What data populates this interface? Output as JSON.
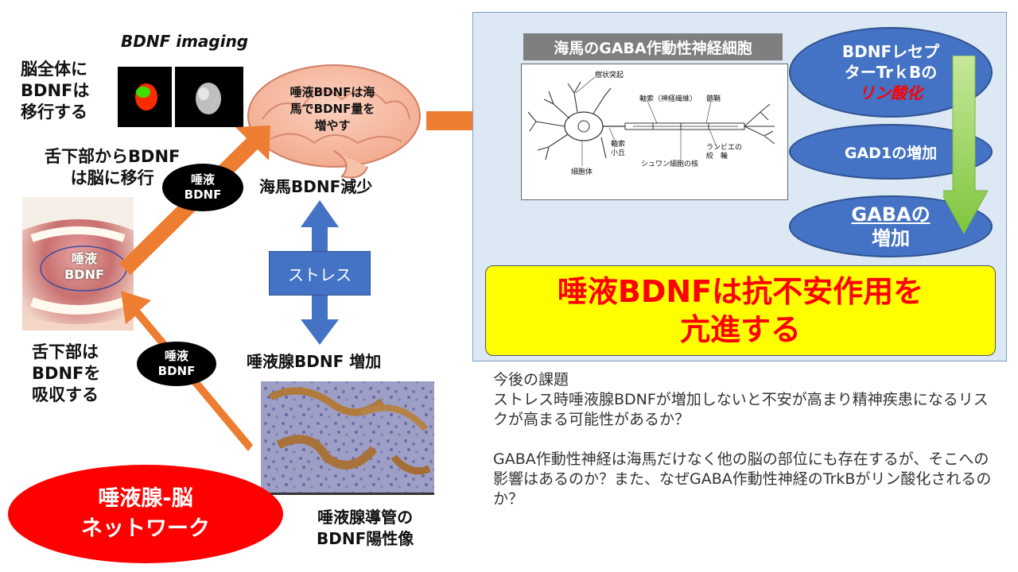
{
  "labels": {
    "bdnf_imaging": "BDNF imaging",
    "brain_whole_line1": "脳全体に",
    "brain_whole_line2": "BDNFは",
    "brain_whole_line3": "移行する",
    "sublingual_migrate_line1": "舌下部からBDNF",
    "sublingual_migrate_line2": "は脳に移行",
    "sublingual_absorb_line1": "舌下部は",
    "sublingual_absorb_line2": "BDNFを",
    "sublingual_absorb_line3": "吸収する",
    "brain_text_line1": "唾液BDNFは海",
    "brain_text_line2": "馬でBDNF量を",
    "brain_text_line3": "増やす",
    "hippocampus_decrease": "海馬BDNF減少",
    "stress": "ストレス",
    "salivary_increase": "唾液腺BDNF 増加",
    "duct_line1": "唾液腺導管の",
    "duct_line2": "BDNF陽性像",
    "saliva_bdnf_line1": "唾液",
    "saliva_bdnf_line2": "BDNF",
    "mouth_line1": "唾液",
    "mouth_line2": "BDNF"
  },
  "network": {
    "line1": "唾液腺-脳",
    "line2": "ネットワーク"
  },
  "neuron": {
    "title": "海馬のGABA作動性神経細胞",
    "labels": {
      "dendrite": "樹状突起",
      "axon": "軸索（神経繊維）",
      "myelin": "髄鞘",
      "hillock_line1": "軸索",
      "hillock_line2": "小丘",
      "soma": "細胞体",
      "schwann": "シュワン細胞の核",
      "ranvier_line1": "ランビエの",
      "ranvier_line2": "絞　輪"
    }
  },
  "ovals": {
    "receptor_line1": "BDNFレセプ",
    "receptor_line2": "ターTrｋBの",
    "receptor_line3": "リン酸化",
    "gad1": "GAD1の増加",
    "gaba_line1": "GABAの",
    "gaba_line2": "増加"
  },
  "conclusion": {
    "line1": "唾液BDNFは抗不安作用を",
    "line2": "亢進する"
  },
  "notes": {
    "heading": "今後の課題",
    "p1": "ストレス時唾液腺BDNFが増加しないと不安が高まり精神疾患になるリスクが高まる可能性があるか？",
    "p2": "GABA作動性神経は海馬だけなく他の脳の部位にも存在するが、そこへの影響はあるのか？また、なぜGABA作動性神経のTrkBがリン酸化されるのか？"
  },
  "colors": {
    "arrow_orange": "#ed7d31",
    "oval_blue": "#4472c4",
    "highlight_red": "#ff0000",
    "green_arrow": "#92d050"
  }
}
